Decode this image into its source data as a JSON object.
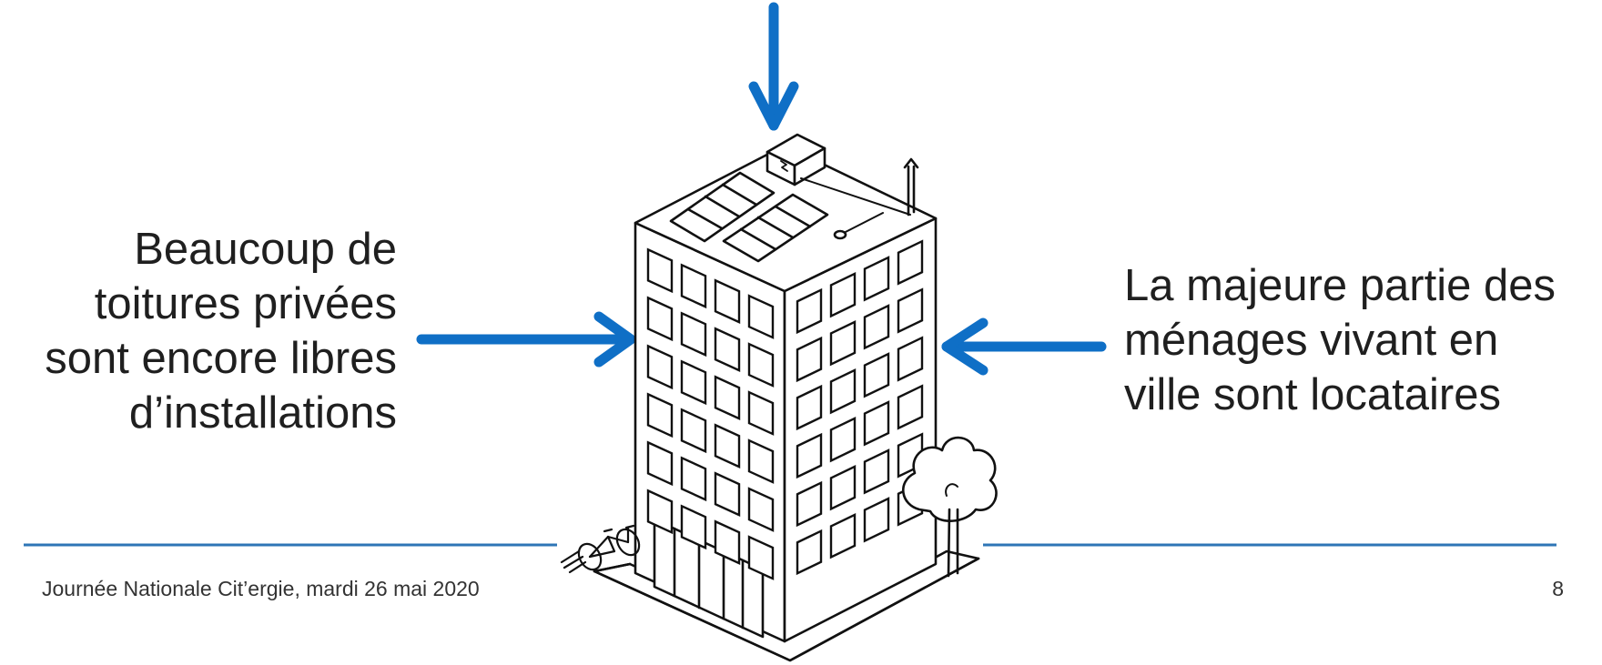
{
  "slide": {
    "left_caption": [
      "Beaucoup de",
      "toitures privées",
      "sont encore libres",
      "d’installations"
    ],
    "right_caption": [
      "La majeure partie des",
      "ménages vivant en",
      "ville sont locataires"
    ],
    "footer": {
      "event": "Journée Nationale Cit’ergie, mardi 26 mai 2020",
      "page_number": "8"
    }
  },
  "colors": {
    "accent_blue": "#0f6fc6",
    "divider_blue": "#2e75b6",
    "ink": "#111111"
  },
  "illustration": {
    "subject": "building-illustration",
    "icons": [
      "solar-panel-icon",
      "antenna-icon",
      "bicycle-icon",
      "tree-icon",
      "rooftop-box-icon"
    ]
  }
}
